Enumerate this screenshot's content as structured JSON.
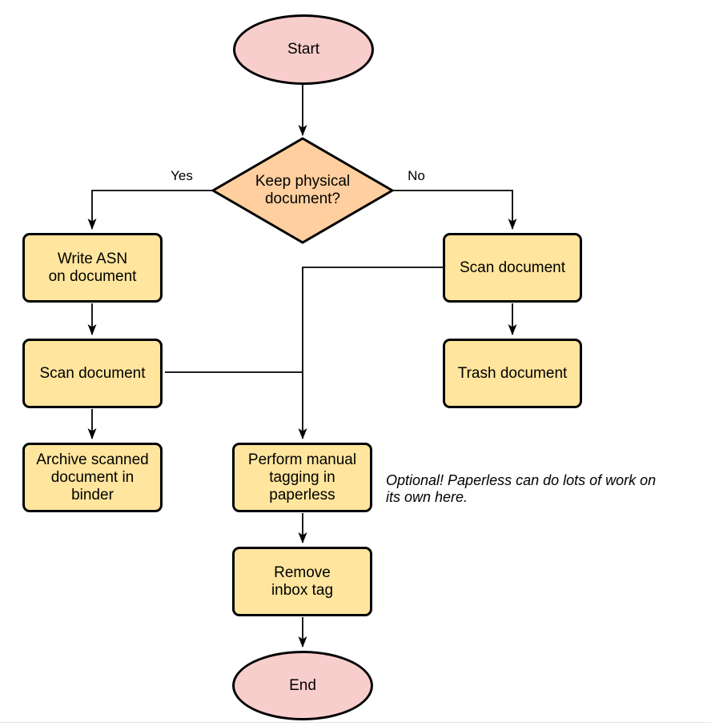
{
  "colors": {
    "terminal_fill": "#f8cecc",
    "decision_fill": "#ffcf9f",
    "process_fill": "#ffe59d",
    "stroke": "#000000",
    "line": "#000000"
  },
  "nodes": {
    "start": {
      "label": "Start",
      "type": "terminal"
    },
    "decision": {
      "label": "Keep physical\ndocument?",
      "type": "decision"
    },
    "write_asn": {
      "label": "Write ASN\non document",
      "type": "process"
    },
    "scan_left": {
      "label": "Scan document",
      "type": "process"
    },
    "archive": {
      "label": "Archive scanned\ndocument in\nbinder",
      "type": "process"
    },
    "scan_right": {
      "label": "Scan document",
      "type": "process"
    },
    "trash": {
      "label": "Trash document",
      "type": "process"
    },
    "tagging": {
      "label": "Perform manual\ntagging in\npaperless",
      "type": "process"
    },
    "remove_inbox": {
      "label": "Remove\ninbox tag",
      "type": "process"
    },
    "end": {
      "label": "End",
      "type": "terminal"
    }
  },
  "edges": {
    "yes_label": "Yes",
    "no_label": "No"
  },
  "annotation": {
    "text": "Optional! Paperless can do lots of work on\nits own here."
  }
}
